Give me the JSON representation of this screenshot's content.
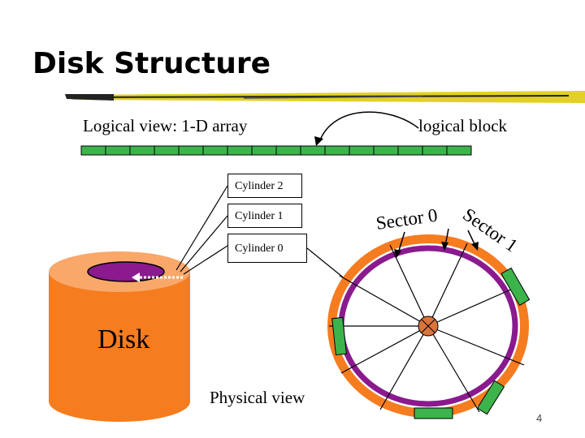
{
  "title": "Disk Structure",
  "logical_view_label": "Logical view: 1-D array",
  "logical_block_label": "logical block",
  "cylinders": [
    "Cylinder 2",
    "Cylinder 1",
    "Cylinder 0"
  ],
  "sector0_label": "Sector 0",
  "sector1_label": "Sector 1",
  "disk_label": "Disk",
  "physical_view_label": "Physical view",
  "page_number": "4",
  "colors": {
    "block_green": "#3cb44b",
    "disk_orange": "#f57c1f",
    "disk_top": "#f9a86a",
    "track_purple": "#8a1a8e",
    "hub": "#d8743c"
  }
}
